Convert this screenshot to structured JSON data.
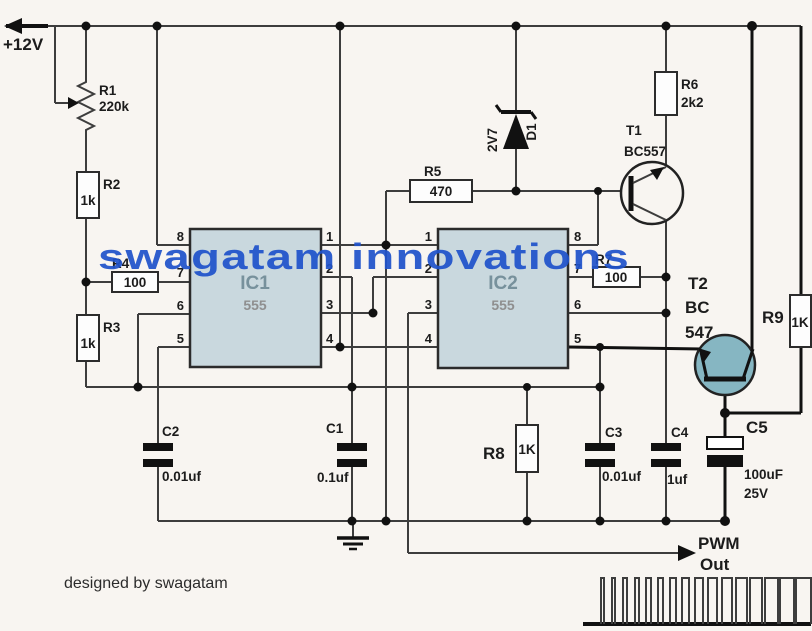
{
  "power": {
    "label": "+12V"
  },
  "watermark": "swagatam innovations",
  "credit": "designed by swagatam",
  "output": {
    "line1": "PWM",
    "line2": "Out"
  },
  "components": {
    "r1": {
      "name": "R1",
      "value": "220k"
    },
    "r2": {
      "name": "R2",
      "value": "1k"
    },
    "r3": {
      "name": "R3",
      "value": "1k"
    },
    "r4": {
      "name": "R4",
      "value": "100"
    },
    "r5": {
      "name": "R5",
      "value": "470"
    },
    "r6": {
      "name": "R6",
      "value": "2k2"
    },
    "r7": {
      "name": "R7",
      "value": "100"
    },
    "r8": {
      "name": "R8",
      "value": "1K"
    },
    "r9": {
      "name": "R9",
      "value": "1K"
    },
    "c1": {
      "name": "C1",
      "value": "0.1uf"
    },
    "c2": {
      "name": "C2",
      "value": "0.01uf"
    },
    "c3": {
      "name": "C3",
      "value": "0.01uf"
    },
    "c4": {
      "name": "C4",
      "value": "1uf"
    },
    "c5": {
      "name": "C5",
      "value": "100uF",
      "value2": "25V"
    },
    "d1": {
      "name": "D1",
      "value": "2V7"
    },
    "t1": {
      "name": "T1",
      "value": "BC557"
    },
    "t2": {
      "name": "T2",
      "value": "BC",
      "value2": "547"
    },
    "ic1": {
      "name": "IC1",
      "value": "555",
      "pins_left": [
        "8",
        "7",
        "6",
        "5"
      ],
      "pins_right": [
        "1",
        "2",
        "3",
        "4"
      ]
    },
    "ic2": {
      "name": "IC2",
      "value": "555",
      "pins_left": [
        "1",
        "2",
        "3",
        "4"
      ],
      "pins_right": [
        "8",
        "7",
        "6",
        "5"
      ]
    }
  },
  "colors": {
    "background": "#F8F5F1",
    "wire": "#3D3D3D",
    "watermark_blue": "#2053CB",
    "ic_fill": "#C9D8DE",
    "t2_fill": "#86B6C2"
  }
}
